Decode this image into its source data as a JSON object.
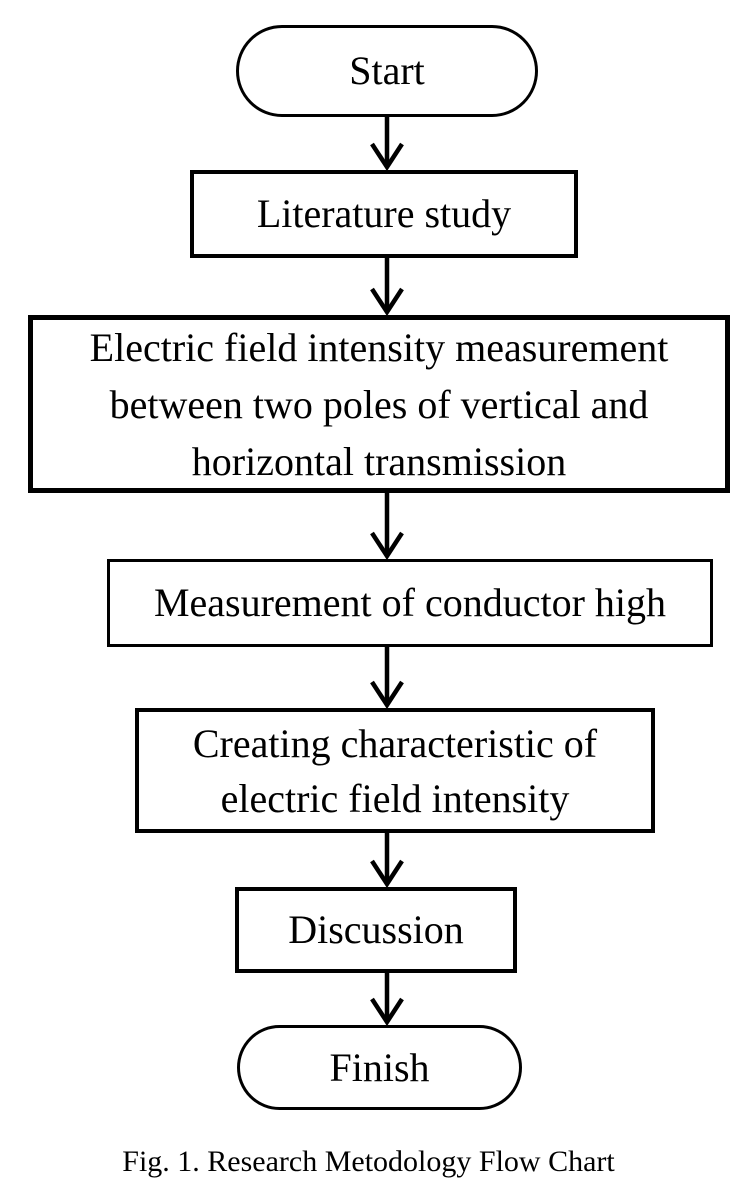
{
  "diagram": {
    "type": "flowchart",
    "colors": {
      "background": "#ffffff",
      "stroke": "#000000",
      "text": "#000000"
    },
    "nodes": [
      {
        "id": "start",
        "type": "terminator",
        "label": "Start"
      },
      {
        "id": "literature-study",
        "type": "process",
        "label": "Literature study"
      },
      {
        "id": "electric-field-measurement",
        "type": "process",
        "label": "Electric field intensity measurement between two poles of vertical and horizontal transmission"
      },
      {
        "id": "conductor-high-measurement",
        "type": "process",
        "label": "Measurement of conductor high"
      },
      {
        "id": "creating-characteristic",
        "type": "process",
        "label": "Creating characteristic of electric field intensity"
      },
      {
        "id": "discussion",
        "type": "process",
        "label": "Discussion"
      },
      {
        "id": "finish",
        "type": "terminator",
        "label": "Finish"
      }
    ],
    "edges": [
      {
        "from": "start",
        "to": "literature-study"
      },
      {
        "from": "literature-study",
        "to": "electric-field-measurement"
      },
      {
        "from": "electric-field-measurement",
        "to": "conductor-high-measurement"
      },
      {
        "from": "conductor-high-measurement",
        "to": "creating-characteristic"
      },
      {
        "from": "creating-characteristic",
        "to": "discussion"
      },
      {
        "from": "discussion",
        "to": "finish"
      }
    ],
    "caption": "Fig. 1. Research Metodology Flow Chart"
  }
}
